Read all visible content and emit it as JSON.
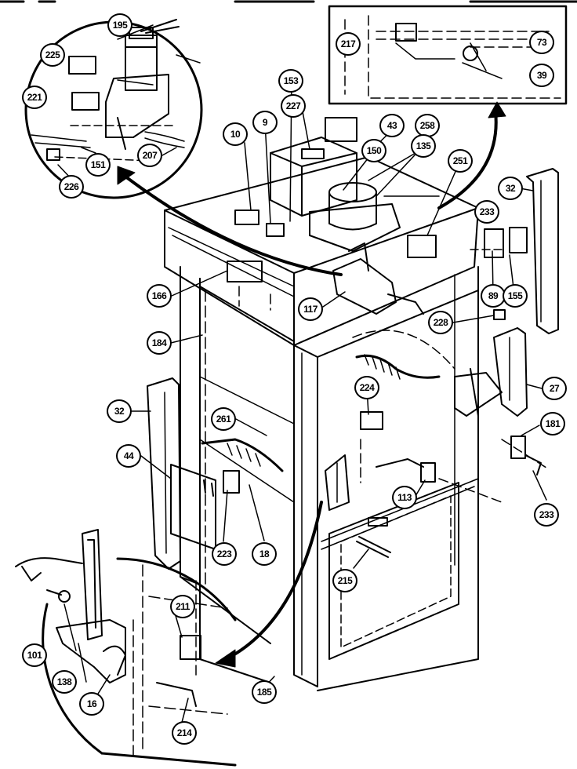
{
  "callouts": {
    "c195": "195",
    "c225": "225",
    "c221": "221",
    "c151": "151",
    "c226": "226",
    "c207": "207",
    "c217": "217",
    "c73": "73",
    "c39": "39",
    "c153": "153",
    "c227": "227",
    "c9": "9",
    "c10": "10",
    "c43": "43",
    "c258": "258",
    "c150": "150",
    "c135": "135",
    "c251": "251",
    "c32a": "32",
    "c233a": "233",
    "c89": "89",
    "c155": "155",
    "c166": "166",
    "c117": "117",
    "c228": "228",
    "c184": "184",
    "c27": "27",
    "c224": "224",
    "c32b": "32",
    "c261": "261",
    "c181": "181",
    "c44": "44",
    "c113": "113",
    "c233b": "233",
    "c223": "223",
    "c18": "18",
    "c215": "215",
    "c211": "211",
    "c101": "101",
    "c138": "138",
    "c16": "16",
    "c214": "214",
    "c185": "185"
  }
}
